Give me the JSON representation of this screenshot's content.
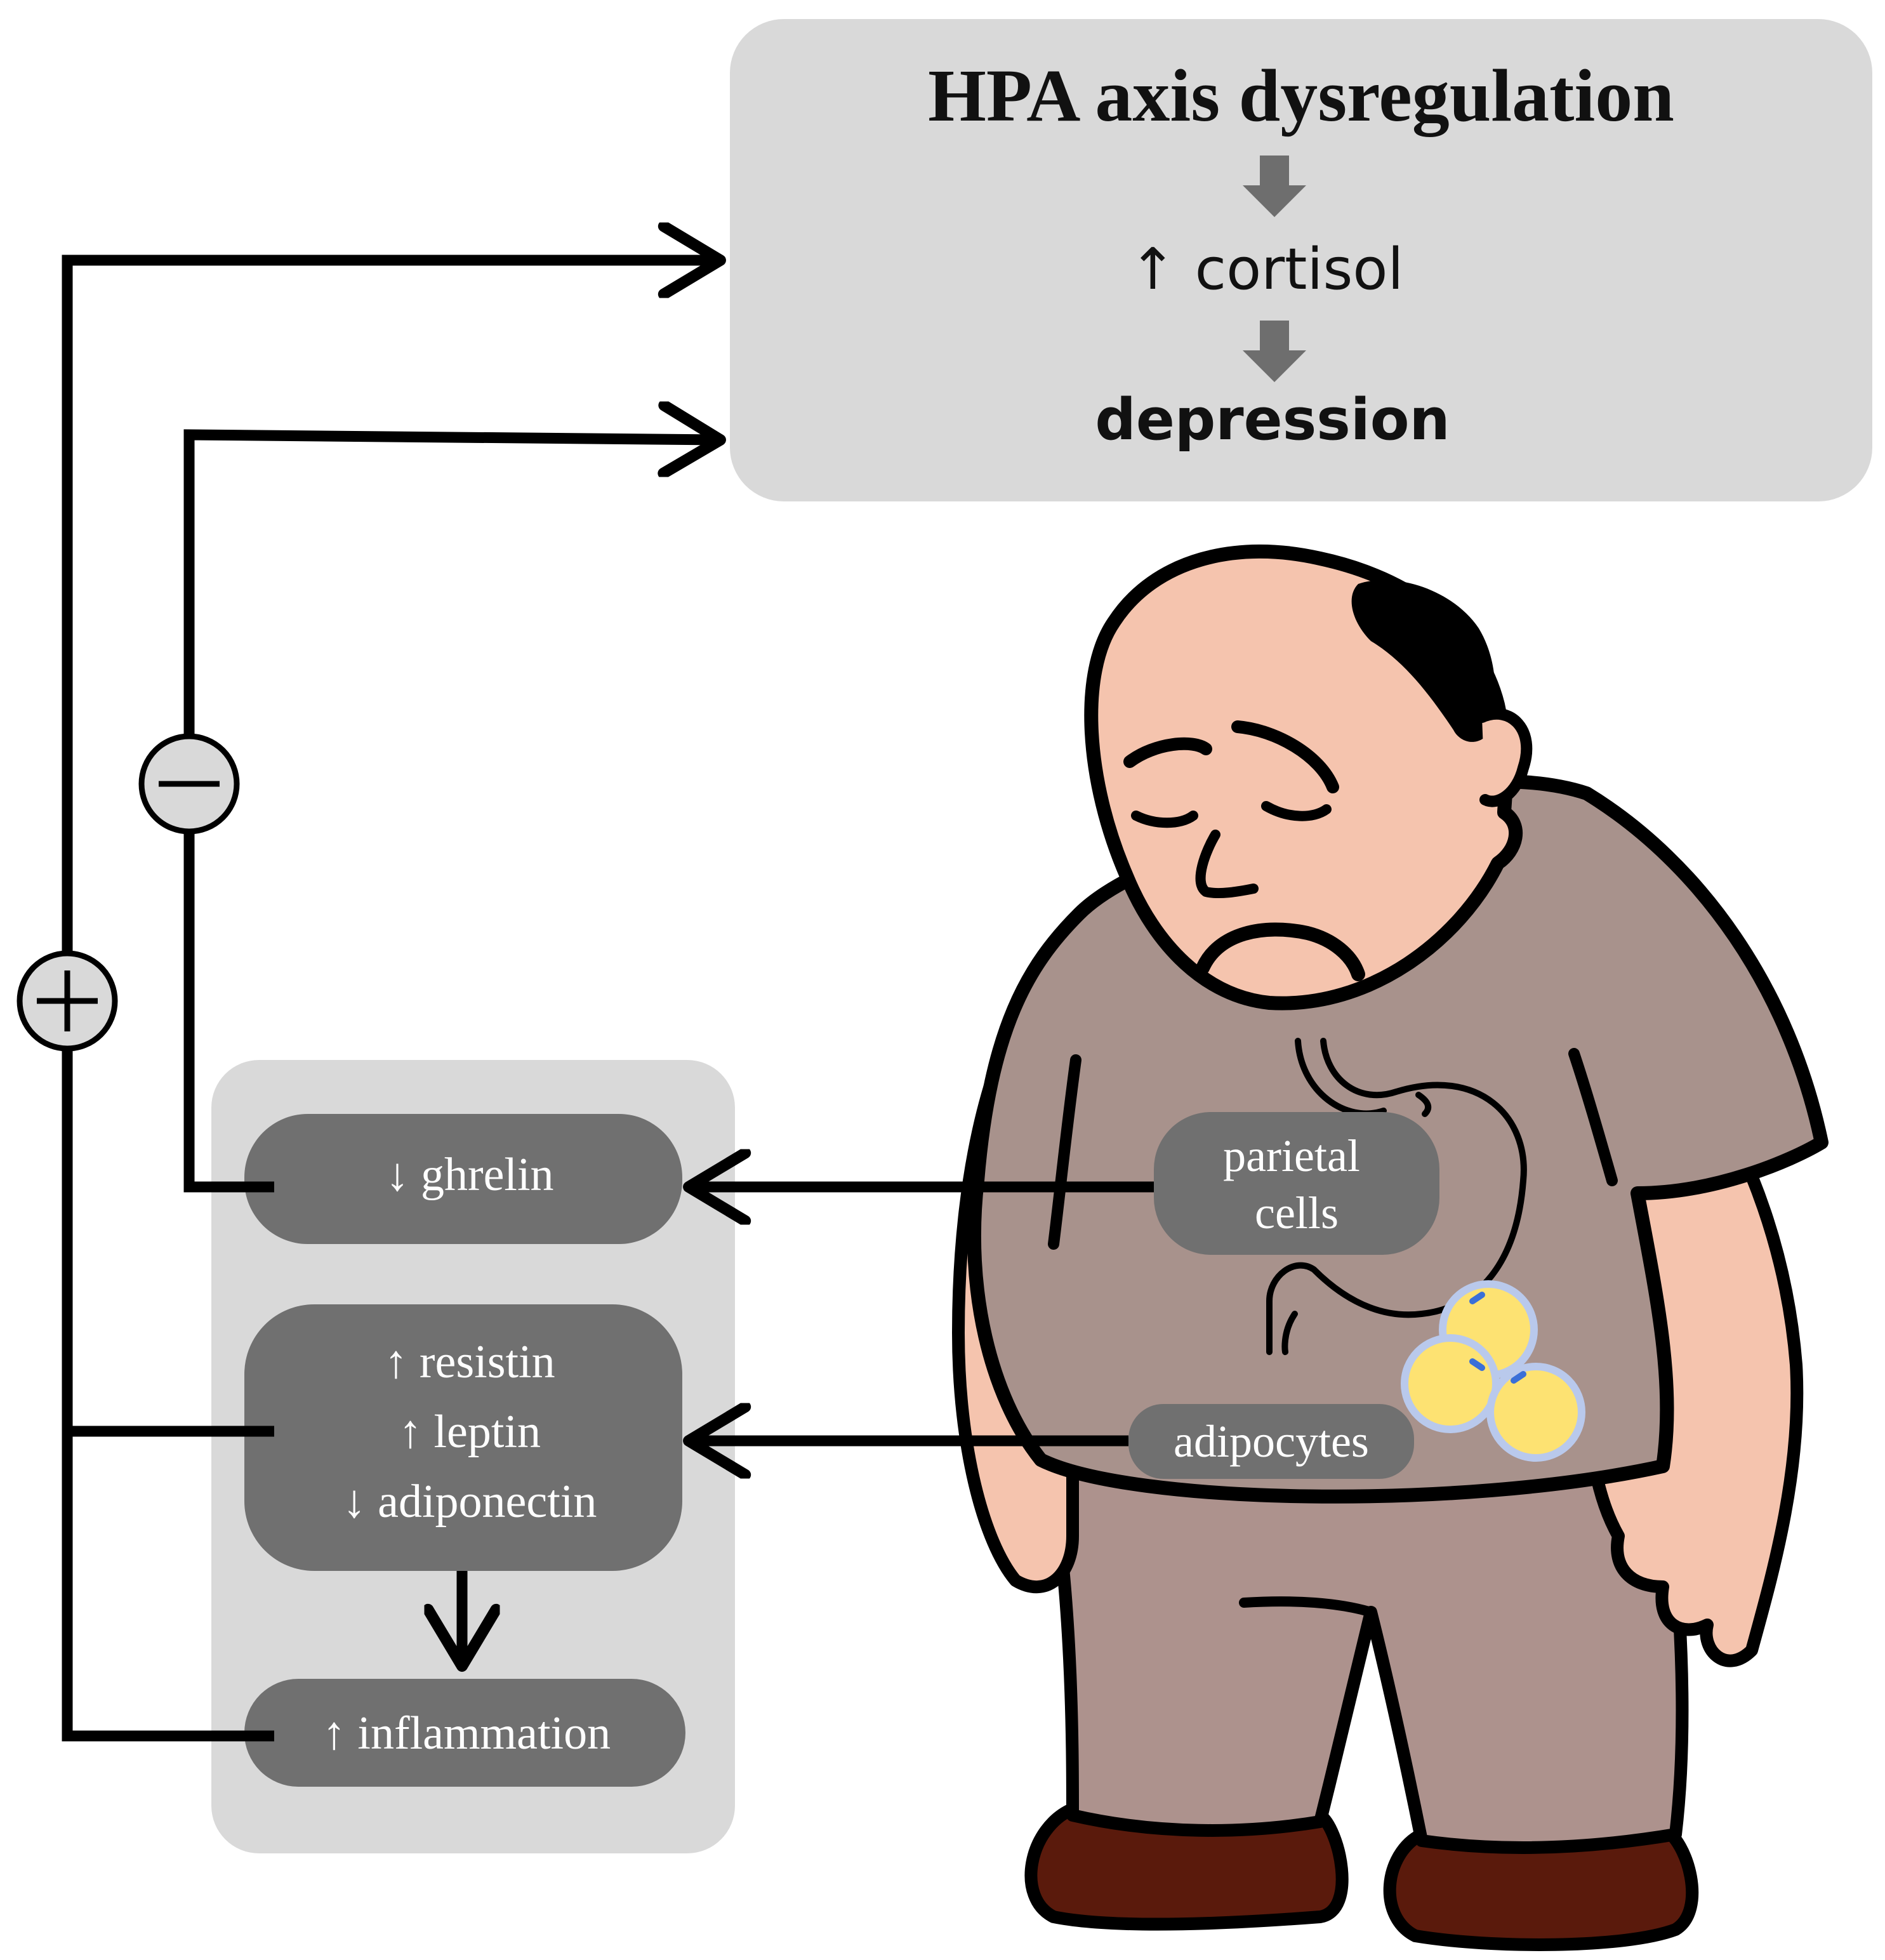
{
  "hpa_box": {
    "title": "HPA axis dysregulation",
    "cortisol": "↑ cortisol",
    "depression": "depression"
  },
  "signals": {
    "plus_symbol": "+",
    "minus_symbol": "−"
  },
  "left_panel": {
    "ghrelin": "↓ ghrelin",
    "resistin": "↑ resistin",
    "leptin": "↑ leptin",
    "adiponectin": "↓ adiponectin",
    "inflammation": "↑ inflammation"
  },
  "body_labels": {
    "parietal_line1": "parietal",
    "parietal_line2": "cells",
    "adipocytes": "adipocytes"
  },
  "colors": {
    "panel_gray": "#d9d9d9",
    "pill_gray": "#707070",
    "arrow_gray": "#6e6e6e",
    "skin": "#f5c4ae",
    "shirt": "#a8928c",
    "pants": "#ad928d",
    "shoes": "#5a1a0c",
    "fat_yellow": "#fde272",
    "fat_ring": "#b9c9ec"
  }
}
